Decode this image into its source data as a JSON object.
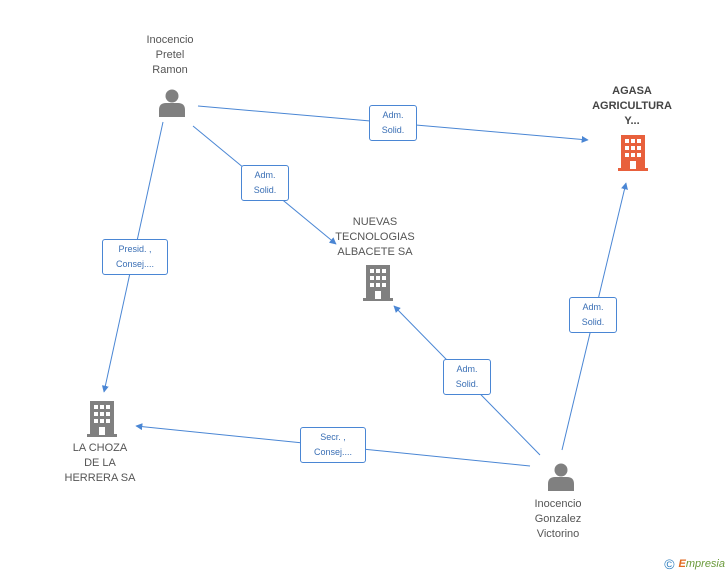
{
  "colors": {
    "edge": "#4a86d4",
    "company": "#808080",
    "company_focus": "#e8603c",
    "person": "#808080"
  },
  "nodes": {
    "inocencio_pretel": {
      "lines": [
        "Inocencio",
        "Pretel",
        "Ramon"
      ],
      "icon": "person-icon"
    },
    "agasa": {
      "lines": [
        "AGASA",
        "AGRICULTURA",
        "Y..."
      ],
      "icon": "building-icon"
    },
    "nuevas": {
      "lines": [
        "NUEVAS",
        "TECNOLOGIAS",
        "ALBACETE SA"
      ],
      "icon": "building-icon"
    },
    "choza": {
      "lines": [
        "LA CHOZA",
        "DE LA",
        "HERRERA SA"
      ],
      "icon": "building-icon"
    },
    "inocencio_gonzalez": {
      "lines": [
        "Inocencio",
        "Gonzalez",
        "Victorino"
      ],
      "icon": "person-icon"
    }
  },
  "edges": {
    "pretel_agasa": {
      "lines": [
        "Adm.",
        "Solid."
      ]
    },
    "pretel_nuevas": {
      "lines": [
        "Adm.",
        "Solid."
      ]
    },
    "pretel_choza": {
      "lines": [
        "Presid. ,",
        "Consej...."
      ]
    },
    "gonzalez_agasa": {
      "lines": [
        "Adm.",
        "Solid."
      ]
    },
    "gonzalez_nuevas": {
      "lines": [
        "Adm.",
        "Solid."
      ]
    },
    "gonzalez_choza": {
      "lines": [
        "Secr. ,",
        "Consej...."
      ]
    }
  },
  "footer": {
    "copyright": "©",
    "brand_initial": "E",
    "brand_rest": "mpresia"
  }
}
